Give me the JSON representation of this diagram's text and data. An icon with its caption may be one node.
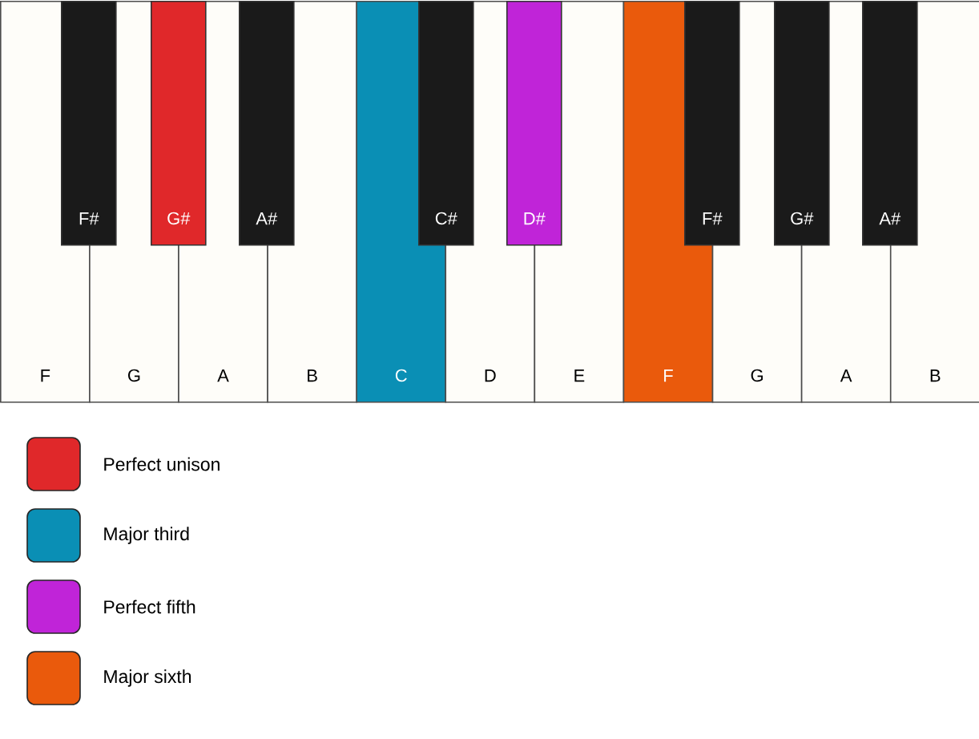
{
  "diagram": {
    "nodes": [
      {
        "text": [
          "F"
        ]
      },
      {
        "text": [
          "G"
        ]
      },
      {
        "text": [
          "A"
        ]
      },
      {
        "text": [
          "B"
        ]
      },
      {
        "text": [
          "C"
        ]
      },
      {
        "text": [
          "D"
        ]
      },
      {
        "text": [
          "E"
        ]
      },
      {
        "text": [
          "F"
        ]
      },
      {
        "text": [
          "G"
        ]
      },
      {
        "text": [
          "A"
        ]
      },
      {
        "text": [
          "B"
        ]
      },
      {
        "text": [
          "F#"
        ]
      },
      {
        "text": [
          "G#"
        ]
      },
      {
        "text": [
          "A#"
        ]
      },
      {
        "text": [
          "C#"
        ]
      },
      {
        "text": [
          "D#"
        ]
      },
      {
        "text": [
          "F#"
        ]
      },
      {
        "text": [
          "G#"
        ]
      },
      {
        "text": [
          "A#"
        ]
      }
    ],
    "legend": [
      {
        "text": "Perfect unison",
        "color": "#e0282a"
      },
      {
        "text": "Major third",
        "color": "#0a8fb5"
      },
      {
        "text": "Perfect fifth",
        "color": "#c024d8"
      },
      {
        "text": "Major sixth",
        "color": "#ea5a0c"
      }
    ]
  }
}
